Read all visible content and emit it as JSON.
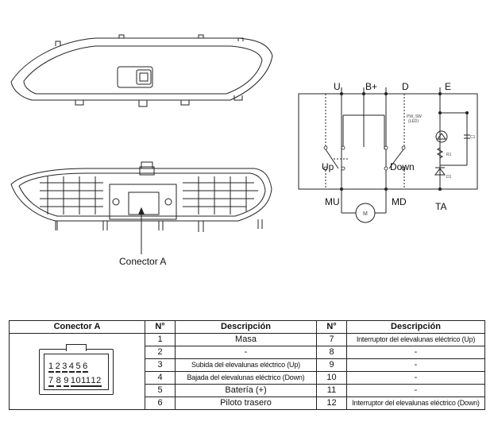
{
  "figure": {
    "connector_callout": "Conector A",
    "circuit": {
      "top_terminals": [
        "U",
        "B+",
        "D",
        "E"
      ],
      "bottom_terminals": [
        "MU",
        "MD",
        "TA"
      ],
      "switch_labels": [
        "Up",
        "Down"
      ],
      "motor_label": "M",
      "component_labels": [
        "PW_SW",
        "(LED)",
        "C1",
        "R1",
        "D1"
      ]
    }
  },
  "table": {
    "headers": [
      "Conector A",
      "N°",
      "Descripción",
      "N°",
      "Descripción"
    ],
    "connector": {
      "pins_row1": [
        "1",
        "2",
        "3",
        "4",
        "5",
        "6"
      ],
      "pins_row2": [
        "7",
        "8",
        "9",
        "10",
        "11",
        "12"
      ]
    },
    "rows": [
      {
        "n1": "1",
        "d1": "Masa",
        "n2": "7",
        "d2": "Interruptor del elevalunas eléctrico (Up)"
      },
      {
        "n1": "2",
        "d1": "-",
        "n2": "8",
        "d2": "-"
      },
      {
        "n1": "3",
        "d1": "Subida del elevalunas eléctrico (Up)",
        "n2": "9",
        "d2": "-"
      },
      {
        "n1": "4",
        "d1": "Bajada del elevalunas eléctrico (Down)",
        "n2": "10",
        "d2": "-"
      },
      {
        "n1": "5",
        "d1": "Batería (+)",
        "n2": "11",
        "d2": "-"
      },
      {
        "n1": "6",
        "d1": "Piloto trasero",
        "n2": "12",
        "d2": "Interruptor del elevalunas eléctrico (Down)"
      }
    ]
  }
}
